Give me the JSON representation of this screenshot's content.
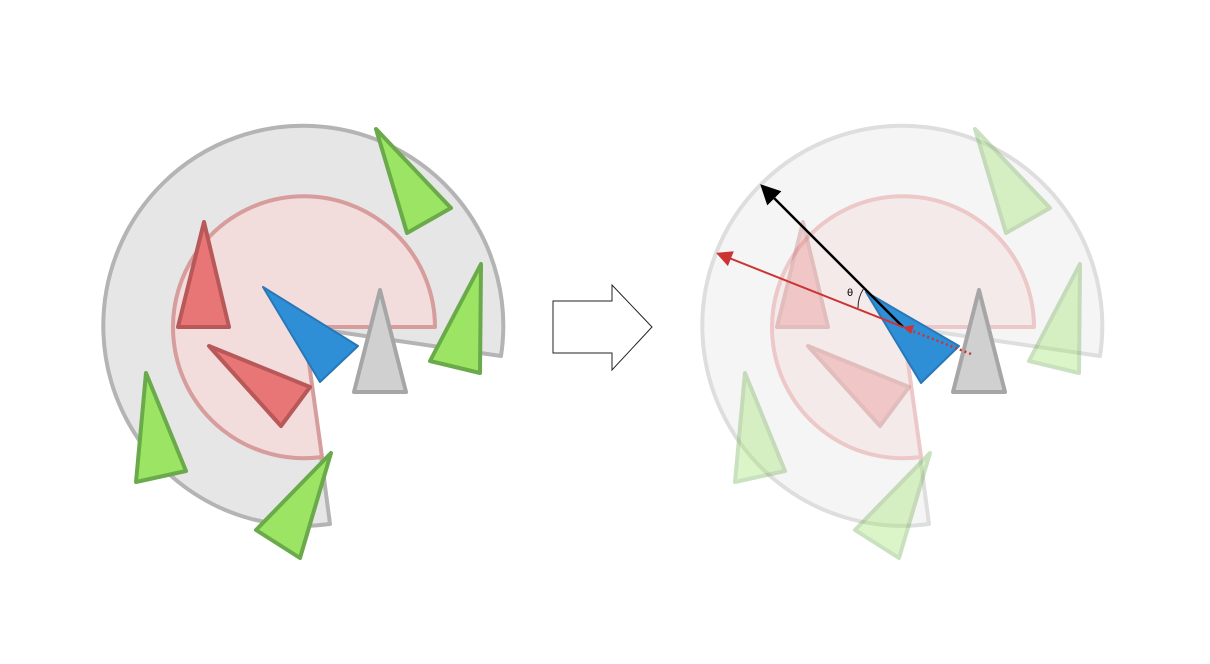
{
  "labels": {
    "angle": "θ"
  },
  "colors": {
    "background": "#ffffff",
    "outer_sector_fill": "#e6e6e6",
    "outer_sector_stroke": "#b4b4b4",
    "inner_sector_fill": "#f2dcdc",
    "inner_sector_stroke": "#d79c9c",
    "green_fill": "#9be464",
    "green_stroke": "#6aaa4a",
    "red_fill": "#e87676",
    "red_stroke": "#b85858",
    "blue_fill": "#2e8ed6",
    "blue_stroke": "#2878b8",
    "gray_fill": "#d0d0d0",
    "gray_stroke": "#a6a6a6",
    "black_arrow": "#000000",
    "red_arrow": "#cc3333",
    "transition_arrow_stroke": "#222222"
  },
  "icons": {
    "agent": "blue-triangle",
    "obstacle": "gray-triangle",
    "neighbor_far": "green-triangle",
    "neighbor_near": "red-triangle",
    "transition": "right-arrow"
  }
}
